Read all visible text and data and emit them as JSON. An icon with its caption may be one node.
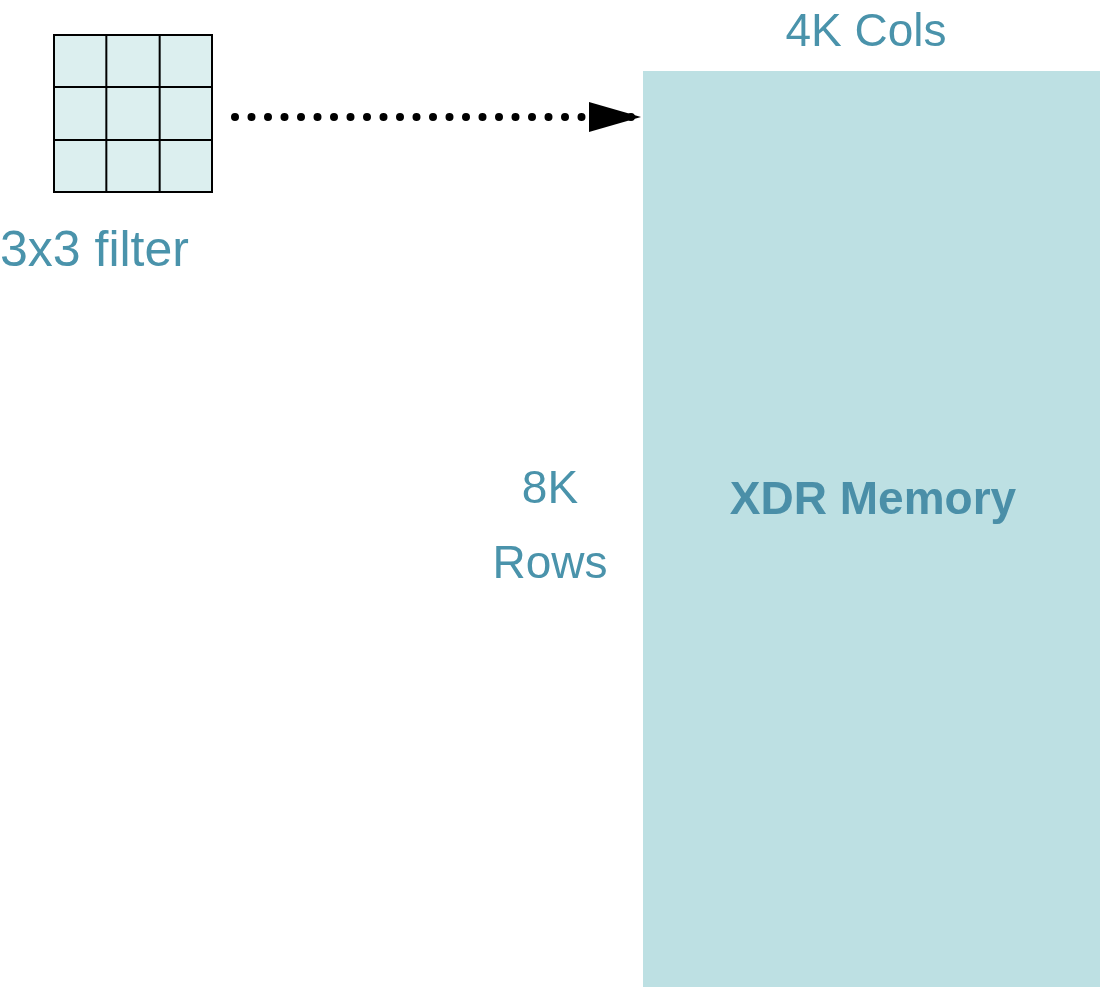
{
  "diagram": {
    "nodes": [
      {
        "text": [],
        "shape": "box",
        "beside": [
          "3x3 filter"
        ]
      },
      {
        "text": [
          "XDR Memory"
        ],
        "beside": [
          "4K Cols",
          "8K Rows"
        ]
      }
    ],
    "edges": [
      {
        "from": 0,
        "to": 1,
        "arrow": "to",
        "style": "dashed"
      }
    ]
  }
}
